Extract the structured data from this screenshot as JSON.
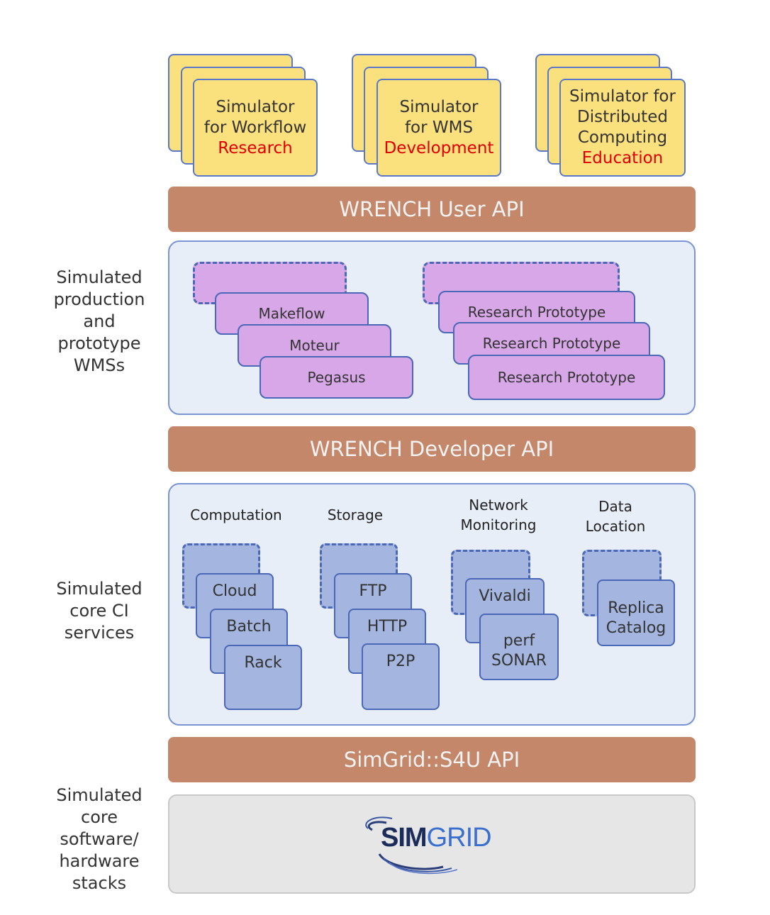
{
  "simulators": [
    {
      "line1": "Simulator",
      "line2": "for Workflow",
      "highlight": "Research"
    },
    {
      "line1": "Simulator",
      "line2": "for WMS",
      "highlight": "Development"
    },
    {
      "line1": "Simulator for",
      "line2": "Distributed",
      "line3": "Computing",
      "highlight": "Education"
    }
  ],
  "apis": {
    "user": "WRENCH User API",
    "developer": "WRENCH Developer API",
    "simgrid": "SimGrid::S4U API"
  },
  "side_labels": {
    "wms": [
      "Simulated",
      "production",
      "and",
      "prototype",
      "WMSs"
    ],
    "ci": [
      "Simulated",
      "core CI",
      "services"
    ],
    "stack": [
      "Simulated",
      "core",
      "software/",
      "hardware",
      "stacks"
    ]
  },
  "wms_production": [
    "Makeflow",
    "Moteur",
    "Pegasus"
  ],
  "wms_prototype": [
    "Research Prototype",
    "Research Prototype",
    "Research Prototype"
  ],
  "services": {
    "computation": {
      "heading": "Computation",
      "items": [
        "Cloud",
        "Batch",
        "Rack"
      ]
    },
    "storage": {
      "heading": "Storage",
      "items": [
        "FTP",
        "HTTP",
        "P2P"
      ]
    },
    "network": {
      "heading": [
        "Network",
        "Monitoring"
      ],
      "items": [
        "Vivaldi",
        "perf",
        "SONAR"
      ]
    },
    "data": {
      "heading": [
        "Data",
        "Location"
      ],
      "items": [
        "Replica",
        "Catalog"
      ]
    }
  },
  "logo": {
    "sim": "SIM",
    "grid": "GRID"
  },
  "colors": {
    "simulator_fill": "#fbe07e",
    "highlight_red": "#e00000",
    "api_bar": "#c4876a",
    "wms_box": "#d7a7e8",
    "service_box": "#a4b5e0",
    "panel": "#e8eef8",
    "border_blue": "#4a67b8"
  }
}
